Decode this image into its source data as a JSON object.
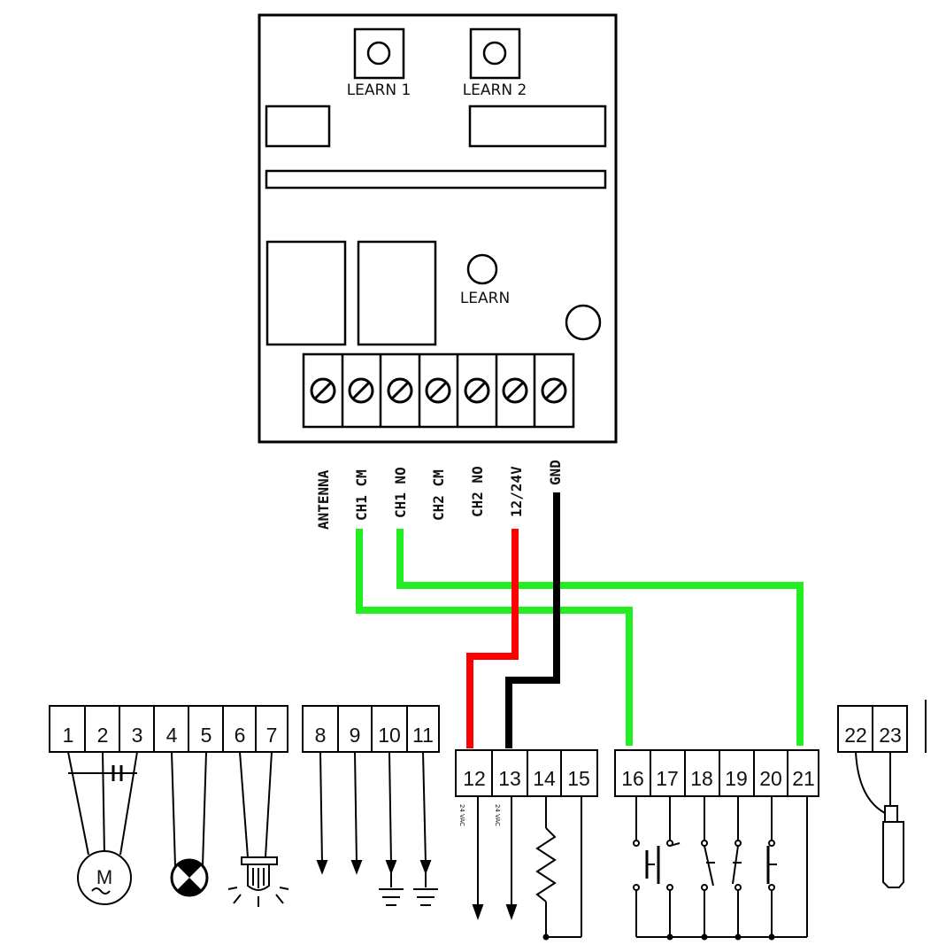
{
  "module": {
    "learn1_label": "LEARN 1",
    "learn2_label": "LEARN 2",
    "learn_label": "LEARN",
    "terminals": [
      "ANTENNA",
      "CH1 CM",
      "CH1 NO",
      "CH2 CM",
      "CH2 NO",
      "12/24V",
      "GND"
    ]
  },
  "control_board": {
    "block_a": [
      "1",
      "2",
      "3",
      "4",
      "5",
      "6",
      "7"
    ],
    "block_b": [
      "8",
      "9",
      "10",
      "11"
    ],
    "block_c": [
      "12",
      "13",
      "14",
      "15"
    ],
    "block_d": [
      "16",
      "17",
      "18",
      "19",
      "20",
      "21"
    ],
    "block_e": [
      "22",
      "23"
    ],
    "voltage_note_12": "24 VAC",
    "voltage_note_13": "24 VAC",
    "motor_label": "M"
  },
  "wire_colors": {
    "ch1": "#22ee22",
    "power": "#ff0000",
    "ground": "#000000"
  },
  "connections": [
    {
      "from": "CH1 CM",
      "to": "16",
      "color": "green"
    },
    {
      "from": "CH1 NO",
      "to": "21",
      "color": "green"
    },
    {
      "from": "12/24V",
      "to": "12",
      "color": "red"
    },
    {
      "from": "GND",
      "to": "13",
      "color": "black"
    }
  ]
}
